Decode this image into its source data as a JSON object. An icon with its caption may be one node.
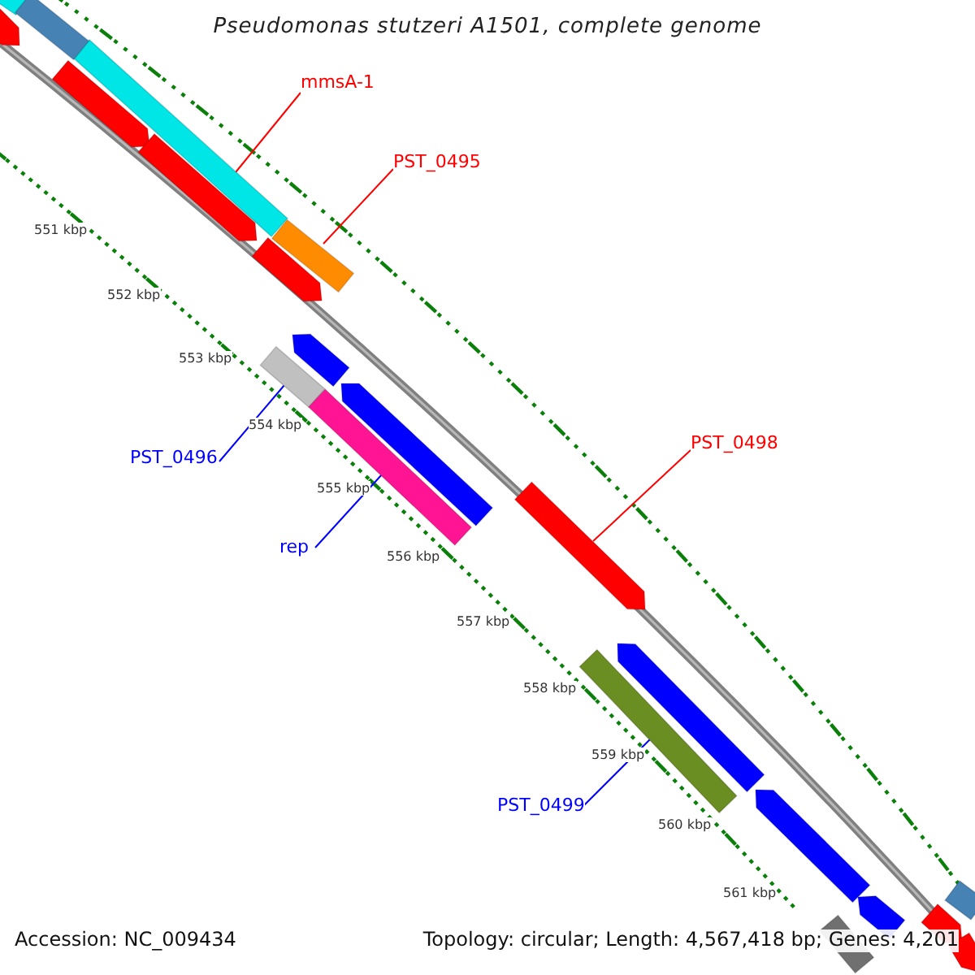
{
  "diagram": {
    "title": "Pseudomonas stutzeri A1501, complete genome",
    "nodes": [
      {
        "text": [
          "mmsA-1"
        ]
      },
      {
        "text": [],
        "shape": "arrow"
      },
      {
        "text": [
          "PST_0495"
        ]
      },
      {
        "text": [],
        "shape": "arrow"
      },
      {
        "text": [
          "PST_0498"
        ]
      },
      {
        "text": [],
        "shape": "arrow"
      },
      {
        "text": [
          "PST_0496"
        ]
      },
      {
        "text": [],
        "shape": "arrow"
      },
      {
        "text": [
          "rep"
        ]
      },
      {
        "text": [],
        "shape": "arrow"
      },
      {
        "text": [
          "PST_0499"
        ]
      },
      {
        "text": [],
        "shape": "arrow"
      },
      {
        "text": [],
        "shape": "arrow"
      },
      {
        "text": [],
        "shape": "arrow"
      },
      {
        "text": [],
        "shape": "arrow"
      },
      {
        "text": [],
        "shape": "arrow"
      },
      {
        "text": [],
        "shape": "arrow"
      },
      {
        "text": [],
        "shape": "arrow"
      },
      {
        "text": [],
        "shape": "arrow"
      },
      {
        "text": [],
        "shape": "arrow"
      },
      {
        "text": [],
        "shape": "arrow"
      },
      {
        "text": [],
        "shape": "arrow"
      },
      {
        "text": [],
        "shape": "arrow"
      },
      {
        "text": [],
        "shape": "arrow"
      },
      {
        "text": [],
        "shape": "arrow"
      },
      {
        "text": [],
        "shape": "arrow"
      },
      {
        "text": [],
        "shape": "arrow"
      }
    ],
    "edges": [
      {
        "from": 0,
        "to": 1,
        "arrow": "none"
      },
      {
        "from": 2,
        "to": 3,
        "arrow": "none"
      },
      {
        "from": 4,
        "to": 5,
        "arrow": "none",
        "color": "#ff0000"
      },
      {
        "from": 6,
        "to": 7,
        "arrow": "none",
        "color": "#0000ff"
      },
      {
        "from": 8,
        "to": 9,
        "arrow": "none",
        "color": "#0000ff"
      },
      {
        "from": 10,
        "to": 11,
        "arrow": "none",
        "color": "#0000ff"
      }
    ],
    "labels": [
      "551 kbp",
      "552 kbp",
      "553 kbp",
      "554 kbp",
      "555 kbp",
      "556 kbp",
      "557 kbp",
      "558 kbp",
      "559 kbp",
      "560 kbp",
      "561 kbp",
      "Accession: NC_009434",
      "Topology: circular; Length: 4,567,418 bp; Genes: 4,201"
    ]
  }
}
